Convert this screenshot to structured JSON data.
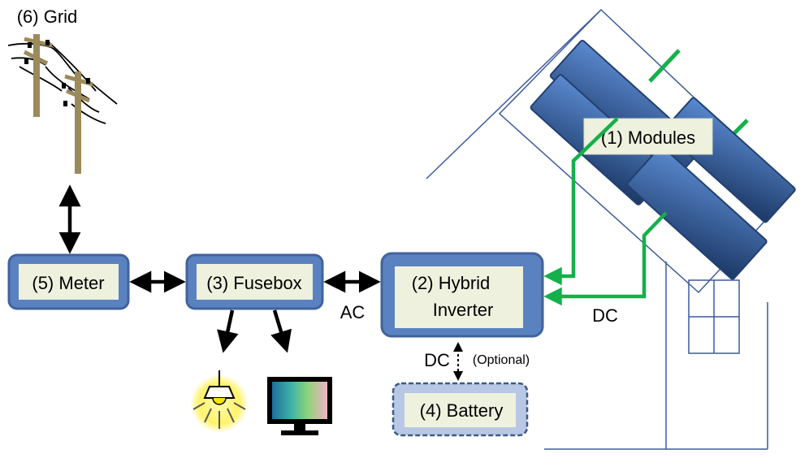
{
  "labels": {
    "grid": "(6) Grid",
    "modules": "(1) Modules",
    "meter": "(5) Meter",
    "fusebox": "(3) Fusebox",
    "inverter_line1": "(2) Hybrid",
    "inverter_line2": "Inverter",
    "battery": "(4) Battery",
    "ac": "AC",
    "dc_modules": "DC",
    "dc_battery": "DC",
    "optional": "(Optional)"
  },
  "icons": {
    "grid": "utility-poles-icon",
    "lamp": "ceiling-lamp-icon",
    "tv": "monitor-icon"
  },
  "colors": {
    "box_border": "#4f74ad",
    "box_fill": "#5b82c0",
    "inner_fill": "#eef1de",
    "dc_line": "#14b04a",
    "battery_fill": "#b8c8e4",
    "panel_top": "#4f7fc4",
    "panel_bottom": "#1f3d73",
    "house_line": "#3b5a9d",
    "pole": "#9c8a5a",
    "lamp_glow": "#fff36a"
  }
}
